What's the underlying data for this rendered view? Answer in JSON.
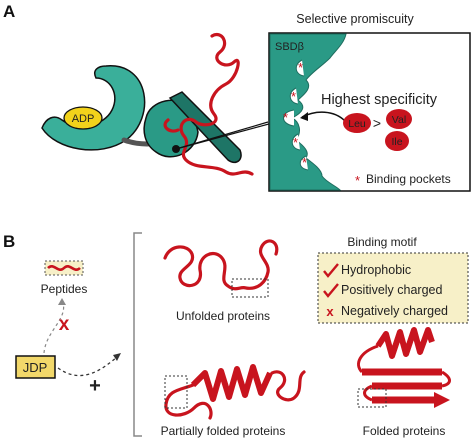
{
  "panel_a": {
    "letter": "A",
    "selective_promiscuity": "Selective promiscuity",
    "sbd_label": "SBDβ",
    "adp_label": "ADP",
    "highest_specificity": "Highest specificity",
    "leu": "Leu",
    "gt": ">",
    "val": "Val",
    "ile": "Ile",
    "binding_pockets_star": "*",
    "binding_pockets": "Binding pockets"
  },
  "panel_b": {
    "letter": "B",
    "peptides": "Peptides",
    "jdp": "JDP",
    "x_mark": "x",
    "plus": "+",
    "unfolded": "Unfolded proteins",
    "partially_folded": "Partially folded proteins",
    "folded": "Folded proteins",
    "binding_motif_title": "Binding motif",
    "motif_hydrophobic": "Hydrophobic",
    "motif_positive": "Positively charged",
    "motif_negative": "Negatively charged"
  },
  "colors": {
    "teal": "#3aaf9a",
    "dark_teal": "#1e7566",
    "red": "#c8141e",
    "adp_yellow": "#f2d21b",
    "motif_box": "#f7f0c8",
    "jdp_yellow": "#f2d86a"
  }
}
